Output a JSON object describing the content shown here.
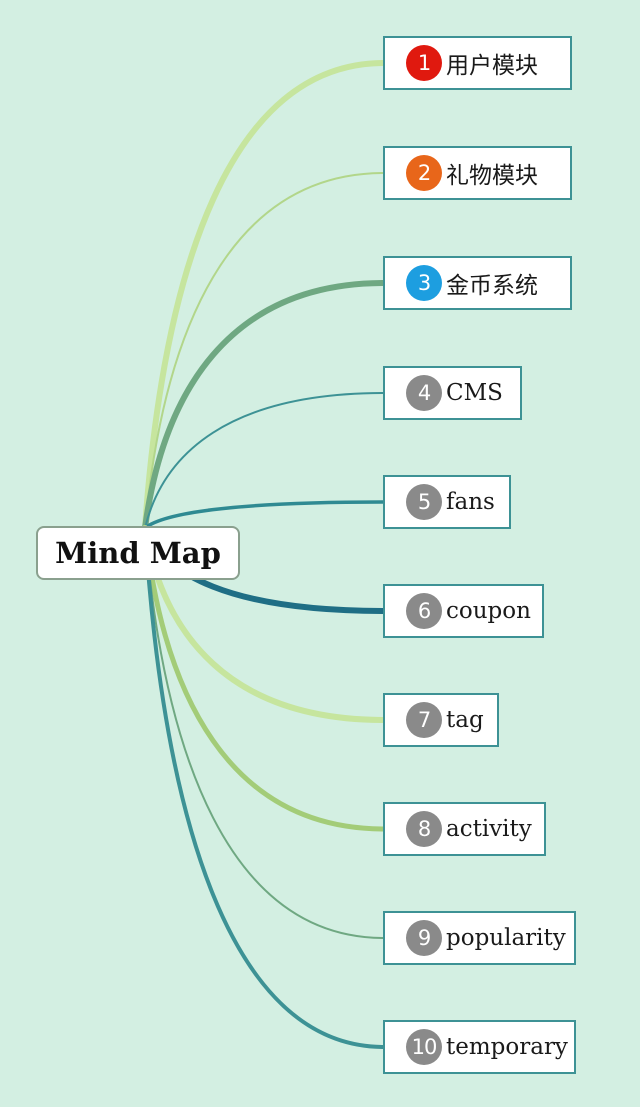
{
  "root": {
    "label": "Mind Map"
  },
  "branches": [
    {
      "number": "1",
      "label": "用户模块",
      "badge_color": "#e0190f",
      "line_color": "#c6e59e"
    },
    {
      "number": "2",
      "label": "礼物模块",
      "badge_color": "#e8661a",
      "line_color": "#b2d68a"
    },
    {
      "number": "3",
      "label": "金币系统",
      "badge_color": "#1d9ee0",
      "line_color": "#6fa882"
    },
    {
      "number": "4",
      "label": "CMS",
      "badge_color": "#8a8a8a",
      "line_color": "#3d9295"
    },
    {
      "number": "5",
      "label": "fans",
      "badge_color": "#8a8a8a",
      "line_color": "#2f8a92"
    },
    {
      "number": "6",
      "label": "coupon",
      "badge_color": "#8a8a8a",
      "line_color": "#1f6e85"
    },
    {
      "number": "7",
      "label": "tag",
      "badge_color": "#8a8a8a",
      "line_color": "#c6e59e"
    },
    {
      "number": "8",
      "label": "activity",
      "badge_color": "#8a8a8a",
      "line_color": "#a3cc78"
    },
    {
      "number": "9",
      "label": "popularity",
      "badge_color": "#8a8a8a",
      "line_color": "#6fa882"
    },
    {
      "number": "10",
      "label": "temporary",
      "badge_color": "#8a8a8a",
      "line_color": "#3d9295"
    }
  ]
}
